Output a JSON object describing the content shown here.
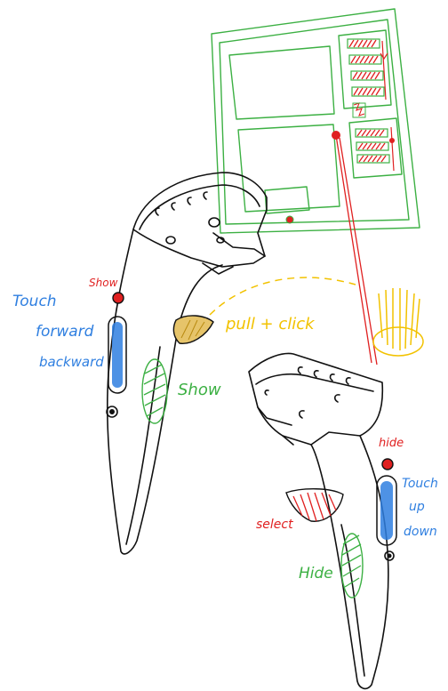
{
  "labels": {
    "touch_left": [
      "Touch",
      "forward",
      "backward"
    ],
    "show_top": "Show",
    "pull_click": "pull + click",
    "show_grip": "Show",
    "hide_top": "hide",
    "touch_right": [
      "Touch",
      "up",
      "down"
    ],
    "select": "select",
    "hide_grip": "Hide"
  },
  "colors": {
    "ink": "#111111",
    "panel": "#3cb043",
    "red": "#e02020",
    "blue": "#2f7fe0",
    "green": "#3cb043",
    "yellow": "#f2c200",
    "trigger_fill": "#e6c46a"
  }
}
